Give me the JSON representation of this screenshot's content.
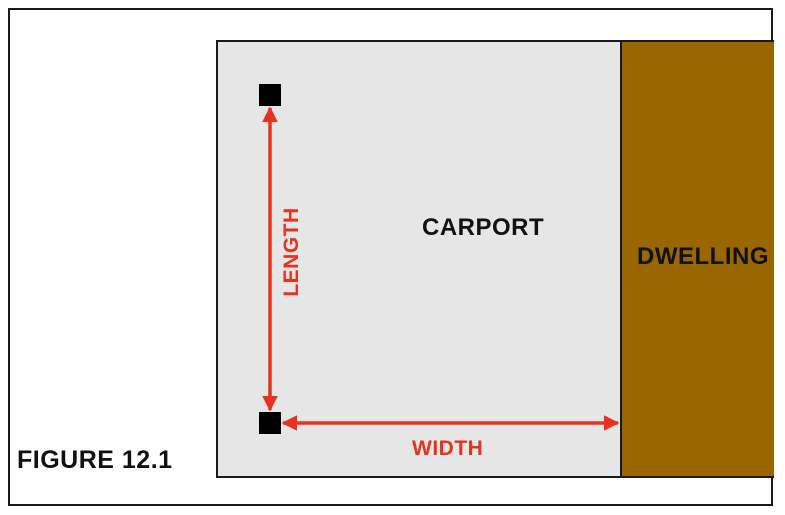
{
  "figure": {
    "caption": "FIGURE 12.1",
    "regions": {
      "carport": "CARPORT",
      "dwelling": "DWELLING"
    },
    "dimensions": {
      "length": "LENGTH",
      "width": "WIDTH"
    },
    "colors": {
      "carport_fill": "#e6e6e6",
      "dwelling_fill": "#996600",
      "dimension_arrows": "#e8321e",
      "posts": "#000000",
      "outline": "#1a1a1a"
    }
  }
}
